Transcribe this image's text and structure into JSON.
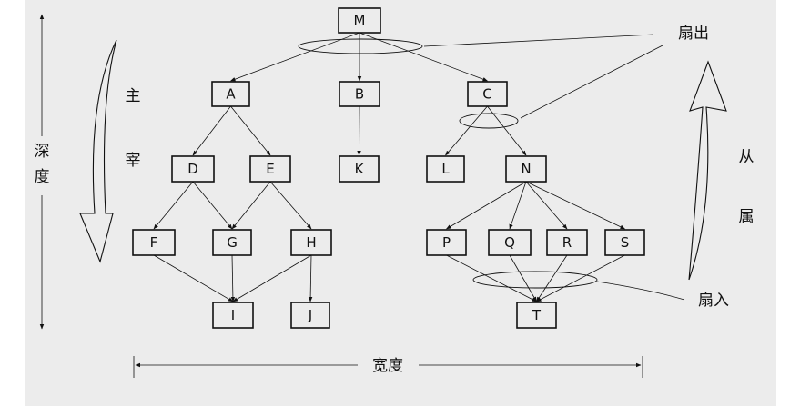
{
  "diagram": {
    "nodes": [
      {
        "id": "M",
        "label": "M"
      },
      {
        "id": "A",
        "label": "A"
      },
      {
        "id": "B",
        "label": "B"
      },
      {
        "id": "C",
        "label": "C"
      },
      {
        "id": "D",
        "label": "D"
      },
      {
        "id": "E",
        "label": "E"
      },
      {
        "id": "K",
        "label": "K"
      },
      {
        "id": "L",
        "label": "L"
      },
      {
        "id": "N",
        "label": "N"
      },
      {
        "id": "F",
        "label": "F"
      },
      {
        "id": "G",
        "label": "G"
      },
      {
        "id": "H",
        "label": "H"
      },
      {
        "id": "P",
        "label": "P"
      },
      {
        "id": "Q",
        "label": "Q"
      },
      {
        "id": "R",
        "label": "R"
      },
      {
        "id": "S",
        "label": "S"
      },
      {
        "id": "I",
        "label": "I"
      },
      {
        "id": "J",
        "label": "J"
      },
      {
        "id": "T",
        "label": "T"
      }
    ],
    "edges": [
      [
        "M",
        "A"
      ],
      [
        "M",
        "B"
      ],
      [
        "M",
        "C"
      ],
      [
        "A",
        "D"
      ],
      [
        "A",
        "E"
      ],
      [
        "B",
        "K"
      ],
      [
        "C",
        "L"
      ],
      [
        "C",
        "N"
      ],
      [
        "D",
        "F"
      ],
      [
        "D",
        "G"
      ],
      [
        "E",
        "G"
      ],
      [
        "E",
        "H"
      ],
      [
        "N",
        "P"
      ],
      [
        "N",
        "Q"
      ],
      [
        "N",
        "R"
      ],
      [
        "N",
        "S"
      ],
      [
        "F",
        "I"
      ],
      [
        "G",
        "I"
      ],
      [
        "H",
        "I"
      ],
      [
        "H",
        "J"
      ],
      [
        "P",
        "T"
      ],
      [
        "Q",
        "T"
      ],
      [
        "R",
        "T"
      ],
      [
        "S",
        "T"
      ]
    ],
    "labels": {
      "depth": "深度",
      "dominant_1": "主",
      "dominant_2": "宰",
      "subordinate_1": "从",
      "subordinate_2": "属",
      "fan_out": "扇出",
      "fan_in": "扇入",
      "width": "宽度"
    }
  }
}
